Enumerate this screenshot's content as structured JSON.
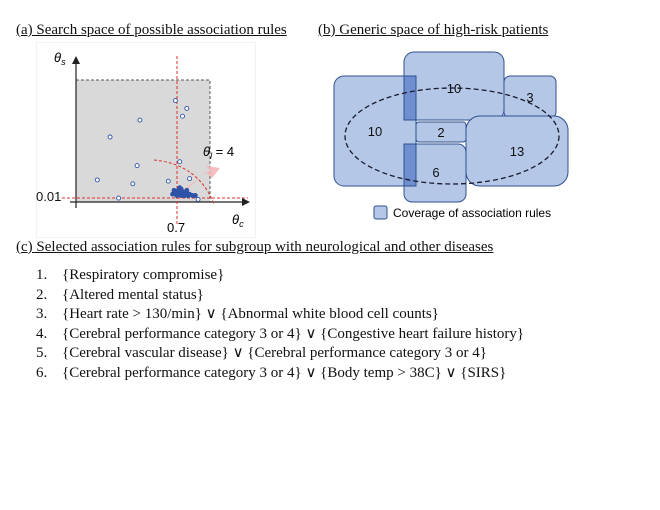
{
  "captions": {
    "a": "(a) Search space of possible association rules",
    "b": "(b) Generic space of high-risk patients",
    "c": "(c) Selected association rules for subgroup with neurological and other diseases"
  },
  "panel_a": {
    "y_axis_label": "θ",
    "y_axis_sub": "s",
    "x_axis_label": "θ",
    "x_axis_sub": "c",
    "y_threshold_label": "0.01",
    "x_threshold_label": "0.7",
    "curve_label": "θ",
    "curve_label_sub": "l",
    "curve_label_value": " = 4",
    "colors": {
      "point": "#2e54a8",
      "threshold": "#e03030",
      "region": "#d9d9d9",
      "arrow": "#f4b6b6"
    },
    "chart_data": {
      "type": "scatter",
      "xlabel": "θc",
      "ylabel": "θs",
      "xlim": [
        0,
        1
      ],
      "ylim": [
        0,
        1
      ],
      "thresholds": {
        "x": 0.7,
        "y": 0.01
      },
      "points": [
        {
          "x": 0.24,
          "y": 0.5
        },
        {
          "x": 0.45,
          "y": 0.63
        },
        {
          "x": 0.7,
          "y": 0.78
        },
        {
          "x": 0.75,
          "y": 0.66
        },
        {
          "x": 0.78,
          "y": 0.72
        },
        {
          "x": 0.43,
          "y": 0.28
        },
        {
          "x": 0.73,
          "y": 0.31
        },
        {
          "x": 0.15,
          "y": 0.17
        },
        {
          "x": 0.4,
          "y": 0.14
        },
        {
          "x": 0.3,
          "y": 0.03
        },
        {
          "x": 0.65,
          "y": 0.16
        },
        {
          "x": 0.74,
          "y": 0.1
        },
        {
          "x": 0.8,
          "y": 0.18
        },
        {
          "x": 0.69,
          "y": 0.09
        },
        {
          "x": 0.71,
          "y": 0.08
        },
        {
          "x": 0.72,
          "y": 0.06
        },
        {
          "x": 0.73,
          "y": 0.08
        },
        {
          "x": 0.74,
          "y": 0.07
        },
        {
          "x": 0.75,
          "y": 0.06
        },
        {
          "x": 0.76,
          "y": 0.07
        },
        {
          "x": 0.77,
          "y": 0.05
        },
        {
          "x": 0.78,
          "y": 0.06
        },
        {
          "x": 0.79,
          "y": 0.05
        },
        {
          "x": 0.7,
          "y": 0.07
        },
        {
          "x": 0.72,
          "y": 0.09
        },
        {
          "x": 0.75,
          "y": 0.08
        },
        {
          "x": 0.77,
          "y": 0.07
        },
        {
          "x": 0.8,
          "y": 0.06
        },
        {
          "x": 0.82,
          "y": 0.05
        },
        {
          "x": 0.71,
          "y": 0.05
        },
        {
          "x": 0.74,
          "y": 0.05
        },
        {
          "x": 0.76,
          "y": 0.05
        },
        {
          "x": 0.68,
          "y": 0.06
        },
        {
          "x": 0.73,
          "y": 0.11
        },
        {
          "x": 0.78,
          "y": 0.09
        },
        {
          "x": 0.84,
          "y": 0.05
        },
        {
          "x": 0.86,
          "y": 0.02
        }
      ]
    }
  },
  "panel_b": {
    "region_labels": [
      "10",
      "3",
      "10",
      "2",
      "13",
      "6"
    ],
    "legend_label": "Coverage of association rules",
    "colors": {
      "fill": "#b4c7e7",
      "stroke": "#2f528f",
      "overlap": "#6f8fd0"
    }
  },
  "rules": [
    {
      "num": "1.",
      "text": "{Respiratory compromise}"
    },
    {
      "num": "2.",
      "text": "{Altered mental status}"
    },
    {
      "num": "3.",
      "text": "{Heart rate > 130/min} ∨ {Abnormal white blood cell counts}"
    },
    {
      "num": "4.",
      "text": "{Cerebral performance category 3 or 4} ∨ {Congestive heart failure history}"
    },
    {
      "num": "5.",
      "text": "{Cerebral vascular disease} ∨ {Cerebral performance category 3 or 4}"
    },
    {
      "num": "6.",
      "text": "{Cerebral performance category 3 or 4} ∨ {Body temp > 38C} ∨ {SIRS}"
    }
  ]
}
